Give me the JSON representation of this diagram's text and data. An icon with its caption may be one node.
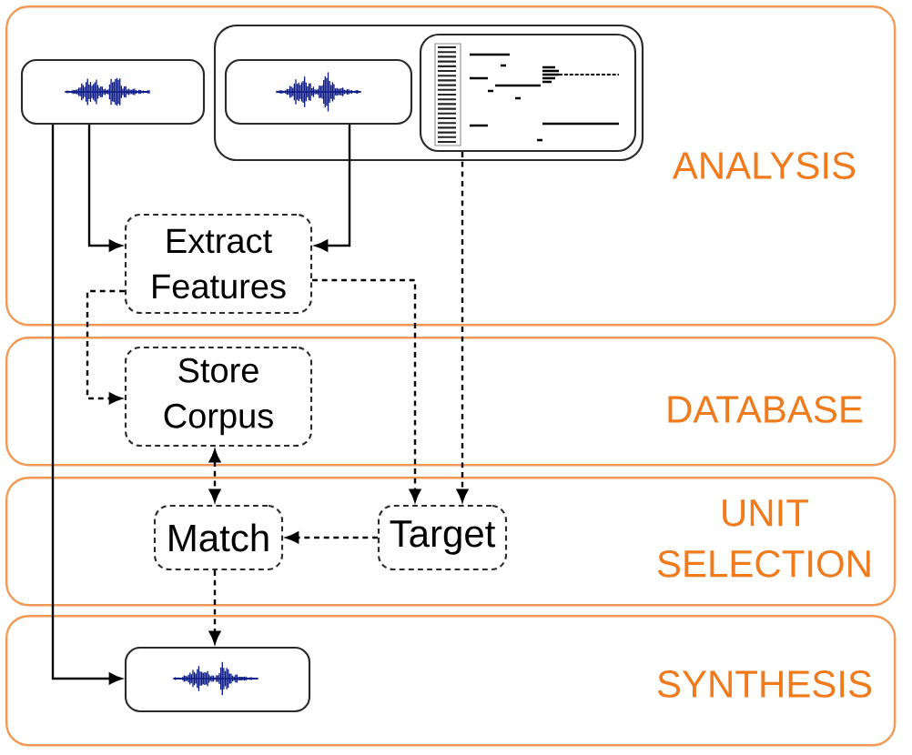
{
  "diagram": {
    "nodes": [
      {
        "text": [
          "ANALYSIS"
        ]
      },
      {
        "text": [],
        "shape": "picture",
        "in": 0
      },
      {
        "text": [],
        "shape": "box",
        "in": 0
      },
      {
        "text": [],
        "shape": "picture",
        "in": 2
      },
      {
        "text": [],
        "shape": "picture",
        "in": 2
      },
      {
        "text": [
          "Extract Features"
        ],
        "in": 0
      },
      {
        "text": [
          "DATABASE"
        ]
      },
      {
        "text": [
          "Store Corpus"
        ],
        "in": 6
      },
      {
        "text": [
          "UNIT SELECTION"
        ]
      },
      {
        "text": [
          "Match"
        ],
        "in": 8
      },
      {
        "text": [
          "Target"
        ],
        "in": 8
      },
      {
        "text": [
          "SYNTHESIS"
        ]
      },
      {
        "text": [],
        "shape": "picture",
        "in": 11
      }
    ],
    "edges": [
      {
        "from": 1,
        "to": 5,
        "arrow": "to"
      },
      {
        "from": 3,
        "to": 5,
        "arrow": "to"
      },
      {
        "from": 1,
        "to": 12,
        "arrow": "to"
      },
      {
        "from": 5,
        "to": 7,
        "arrow": "to",
        "style": "dashed"
      },
      {
        "from": 5,
        "to": 10,
        "arrow": "to",
        "style": "dashed"
      },
      {
        "from": 4,
        "to": 10,
        "arrow": "to",
        "style": "dashed"
      },
      {
        "from": 7,
        "to": 9,
        "arrow": "both",
        "style": "dashed"
      },
      {
        "from": 10,
        "to": 9,
        "arrow": "to",
        "style": "dashed"
      },
      {
        "from": 9,
        "to": 12,
        "arrow": "to",
        "style": "dashed"
      }
    ]
  }
}
